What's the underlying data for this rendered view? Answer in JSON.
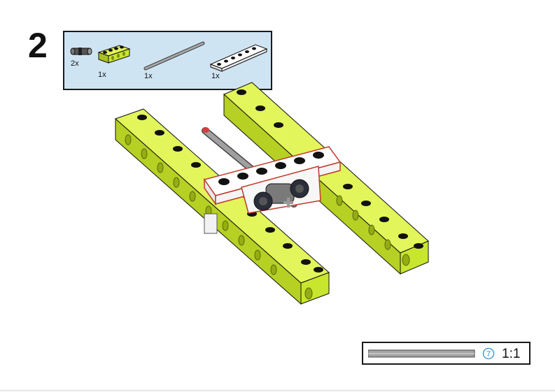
{
  "step": {
    "number": "2"
  },
  "parts_list": {
    "items": [
      {
        "name": "connector-peg",
        "qty": "2x"
      },
      {
        "name": "technic-brick-1x4-lime",
        "qty": "1x"
      },
      {
        "name": "axle-grey",
        "qty": "1x"
      },
      {
        "name": "plate-1x6-white",
        "qty": "1x"
      }
    ]
  },
  "scale": {
    "axle_length": "7",
    "ratio": "1:1"
  },
  "colors": {
    "lime": "#c8e62d",
    "panel": "#cfe4f3",
    "white_part": "#ffffff",
    "axle": "#9a9a9a",
    "callout": "#2a8fd6"
  }
}
